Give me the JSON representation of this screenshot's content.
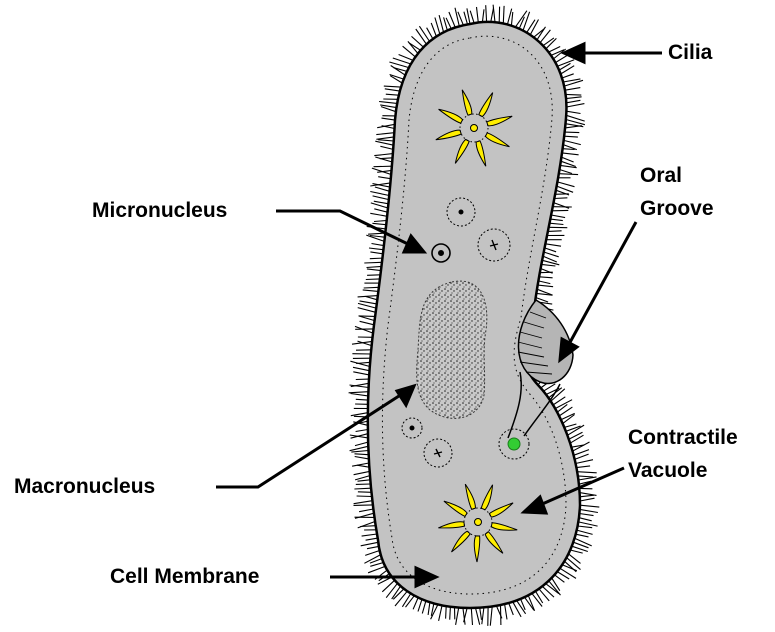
{
  "labels": {
    "cilia": "Cilia",
    "micronucleus": "Micronucleus",
    "oral_groove": "Oral\nGroove",
    "macronucleus": "Macronucleus",
    "contractile_vacuole": "Contractile\nVacuole",
    "cell_membrane": "Cell Membrane"
  },
  "colors": {
    "cytoplasm": "#c3c3c3",
    "outline": "#000000",
    "vacuole_arms": "#ffee00",
    "food_vacuole": "#33cc33",
    "background": "#ffffff"
  }
}
